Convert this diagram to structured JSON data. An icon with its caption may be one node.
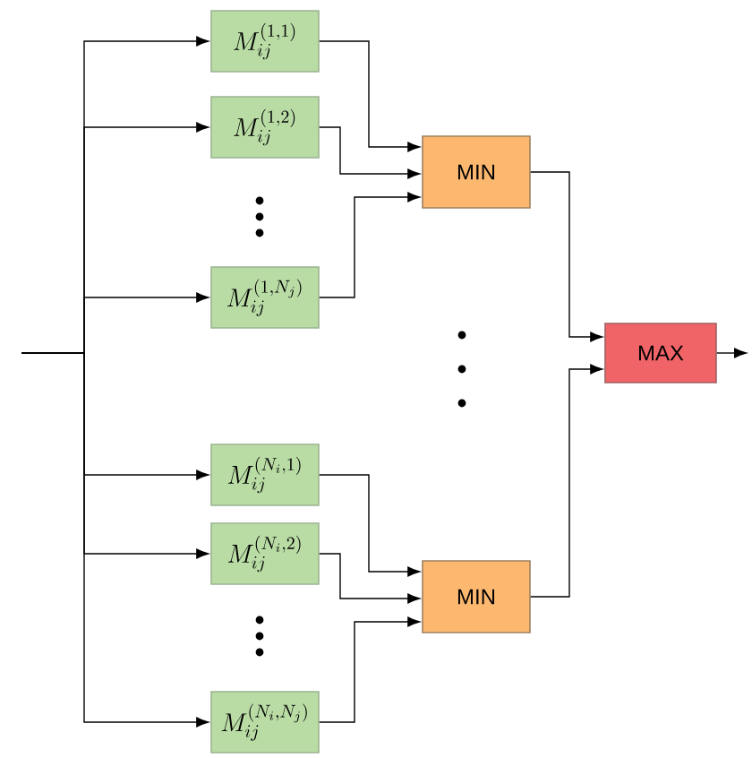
{
  "diagram": {
    "nodes": [
      {
        "text": [
          "M_{ij}^{(1,1)}"
        ]
      },
      {
        "text": [
          "M_{ij}^{(1,2)}"
        ]
      },
      {
        "text": [
          "M_{ij}^{(1,N_j)}"
        ]
      },
      {
        "text": [
          "M_{ij}^{(N_i,1)}"
        ]
      },
      {
        "text": [
          "M_{ij}^{(N_i,2)}"
        ]
      },
      {
        "text": [
          "M_{ij}^{(N_i,N_j)}"
        ]
      },
      {
        "text": [
          "MIN"
        ]
      },
      {
        "text": [
          "MIN"
        ]
      },
      {
        "text": [
          "MAX"
        ]
      }
    ],
    "edges": [
      {
        "from": null,
        "to": 0,
        "arrow": "to"
      },
      {
        "from": null,
        "to": 1,
        "arrow": "to"
      },
      {
        "from": null,
        "to": 2,
        "arrow": "to"
      },
      {
        "from": null,
        "to": 3,
        "arrow": "to"
      },
      {
        "from": null,
        "to": 4,
        "arrow": "to"
      },
      {
        "from": null,
        "to": 5,
        "arrow": "to"
      },
      {
        "from": 0,
        "to": 6,
        "arrow": "to"
      },
      {
        "from": 1,
        "to": 6,
        "arrow": "to"
      },
      {
        "from": 2,
        "to": 6,
        "arrow": "to"
      },
      {
        "from": 3,
        "to": 7,
        "arrow": "to"
      },
      {
        "from": 4,
        "to": 7,
        "arrow": "to"
      },
      {
        "from": 5,
        "to": 7,
        "arrow": "to"
      },
      {
        "from": 6,
        "to": 8,
        "arrow": "to"
      },
      {
        "from": 7,
        "to": 8,
        "arrow": "to"
      },
      {
        "from": 8,
        "to": null,
        "arrow": "to"
      }
    ]
  }
}
